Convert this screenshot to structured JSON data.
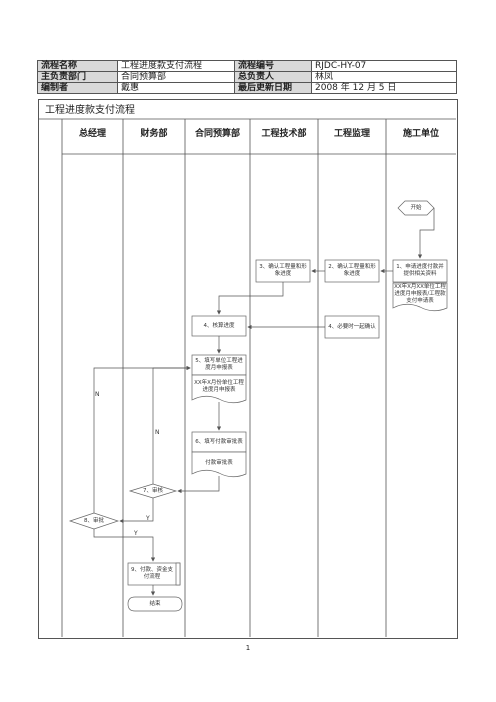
{
  "header": {
    "rows": [
      {
        "k1": "流程名称",
        "v1": "工程进度款支付流程",
        "k2": "流程编号",
        "v2": "RJDC-HY-07"
      },
      {
        "k1": "主负责部门",
        "v1": "合同预算部",
        "k2": "总负责人",
        "v2": "林凤"
      },
      {
        "k1": "编制者",
        "v1": "戴惠",
        "k2": "最后更新日期",
        "v2": "2008 年 12 月 5 日"
      }
    ]
  },
  "flow_title": "工程进度款支付流程",
  "lanes": [
    "总经理",
    "财务部",
    "合同预算部",
    "工程技术部",
    "工程监理",
    "施工单位"
  ],
  "nodes": {
    "start": "开始",
    "s1": "1、申请进度付款并提供相关资料",
    "d1": "XX年X月XX单位工程进度月申报表/工程款支付申请表",
    "s2": "2、确认工程量和形象进度",
    "s3": "3、确认工程量和形象进度",
    "s4": "4、核算进度",
    "s4b": "4、必要时一起确认",
    "s5": "5、填写单位工程进度月申报表",
    "d5": "XX年X月份单位工程进度月申报表",
    "s6": "6、填写付款审批表",
    "d6": "付款审批表",
    "s7": "7、审核",
    "s8": "8、审批",
    "s9": "9、付款、资金支付流程",
    "end": "结束"
  },
  "edge_labels": {
    "n1": "N",
    "n2": "N",
    "y1": "Y",
    "y2": "Y"
  },
  "page_number": "1"
}
